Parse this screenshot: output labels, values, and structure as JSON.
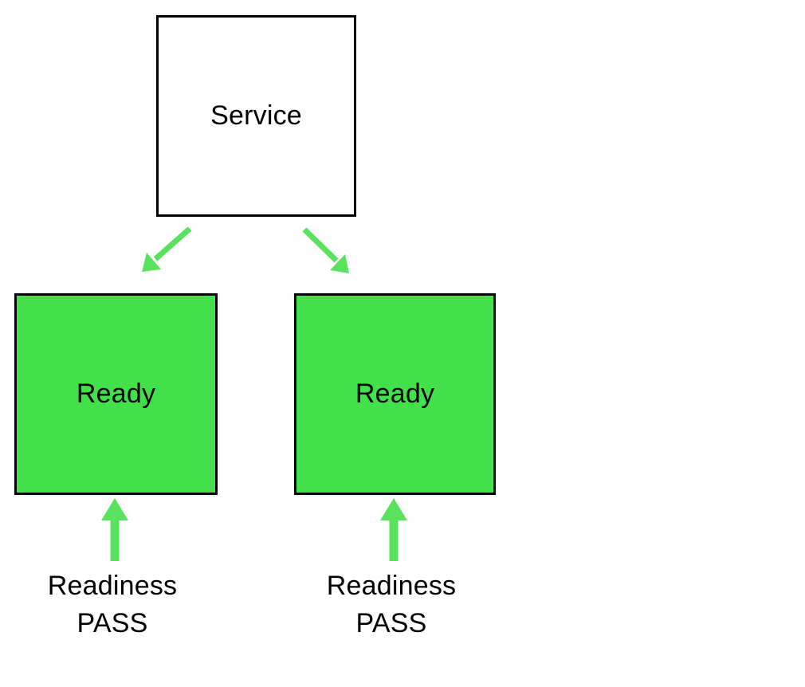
{
  "colors": {
    "background": "#ffffff",
    "border": "#000000",
    "text": "#000000",
    "service_fill": "#ffffff",
    "ready_fill": "#42e04a",
    "arrow_green": "#58e25e"
  },
  "nodes": {
    "service": {
      "label": "Service"
    },
    "pod_left": {
      "label": "Ready"
    },
    "pod_right": {
      "label": "Ready"
    }
  },
  "annotations": {
    "left": {
      "line1": "Readiness",
      "line2": "PASS"
    },
    "right": {
      "line1": "Readiness",
      "line2": "PASS"
    }
  }
}
